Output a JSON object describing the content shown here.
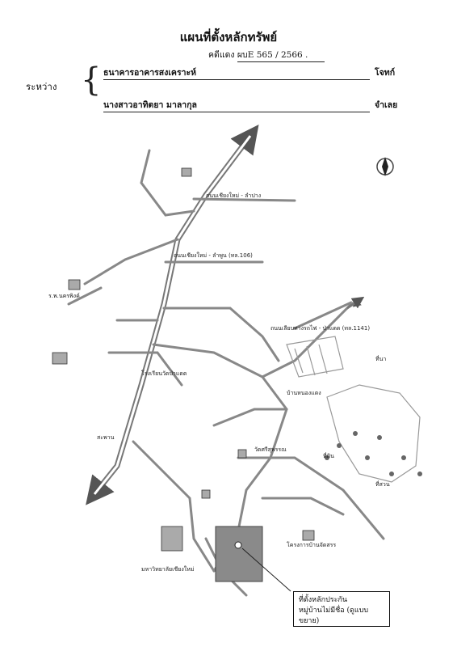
{
  "header": {
    "title": "แผนที่ตั้งหลักทรัพย์",
    "case_label": "คดีแดง",
    "case_number": "ผบE 565 / 2566 ."
  },
  "parties": {
    "between_label": "ระหว่าง",
    "plaintiff_name": "ธนาคารอาคารสงเคราะห์",
    "plaintiff_role": "โจทก์",
    "defendant_name": "นางสาวอาทิตยา มาลากุล",
    "defendant_role": "จำเลย"
  },
  "map": {
    "road_labels": [
      "ถนนเชียงใหม่ - ลำพูน (ทล.106)",
      "ถนนเชียงใหม่ - ลำปาง",
      "ถนนเลียบทางรถไฟ - ป่าแดด (ทล.1141)"
    ],
    "place_labels": [
      "ร.พ.นครพิงค์",
      "สะพาน",
      "โรงเรียนวัดป่าแดด",
      "วัดศรีสุพรรณ",
      "มหาวิทยาลัยเชียงใหม่",
      "ที่ดิน",
      "ที่สวน",
      "ที่นา",
      "บ้านหนองแดง",
      "โครงการบ้านจัดสรร"
    ],
    "callout_line1": "ที่ตั้งหลักประกัน",
    "callout_line2": "หมู่บ้านไม่มีชื่อ (ดูแบบขยาย)"
  }
}
